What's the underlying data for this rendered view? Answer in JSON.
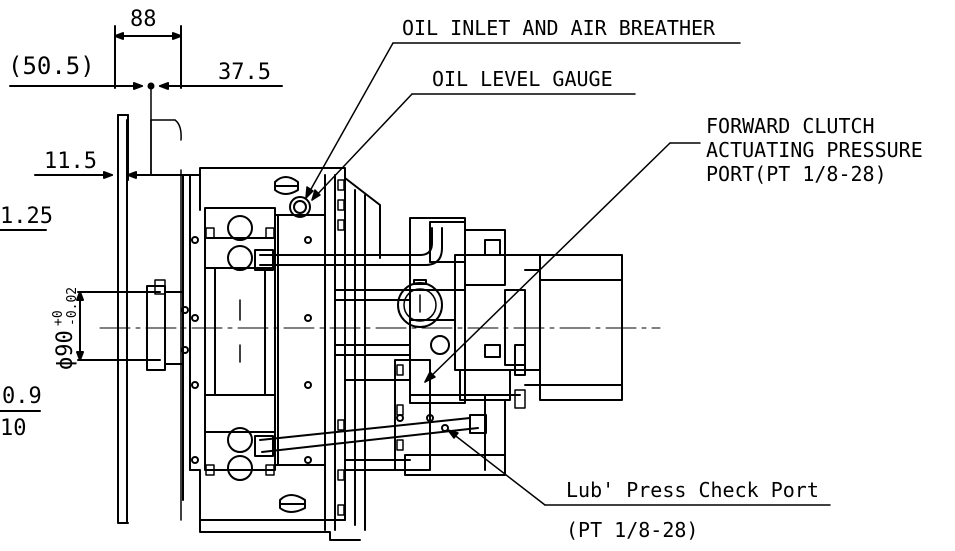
{
  "callouts": {
    "oil_inlet": "OIL INLET AND AIR BREATHER",
    "oil_level": "OIL LEVEL GAUGE",
    "clutch_line1": "FORWARD CLUTCH",
    "clutch_line2": "ACTUATING PRESSURE",
    "clutch_line3": "PORT(PT 1/8-28)",
    "lub_line1": "Lub' Press Check Port",
    "lub_line2": "(PT 1/8-28)"
  },
  "dimensions": {
    "d88": "88",
    "d50_5": "(50.5)",
    "d37_5": "37.5",
    "d11_5": "11.5",
    "d1_25": "1.25",
    "d0_9": "0.9",
    "d10": "10",
    "bore_main": "ϕ90",
    "bore_tol_upper": "+0",
    "bore_tol_lower": "-0.02"
  }
}
